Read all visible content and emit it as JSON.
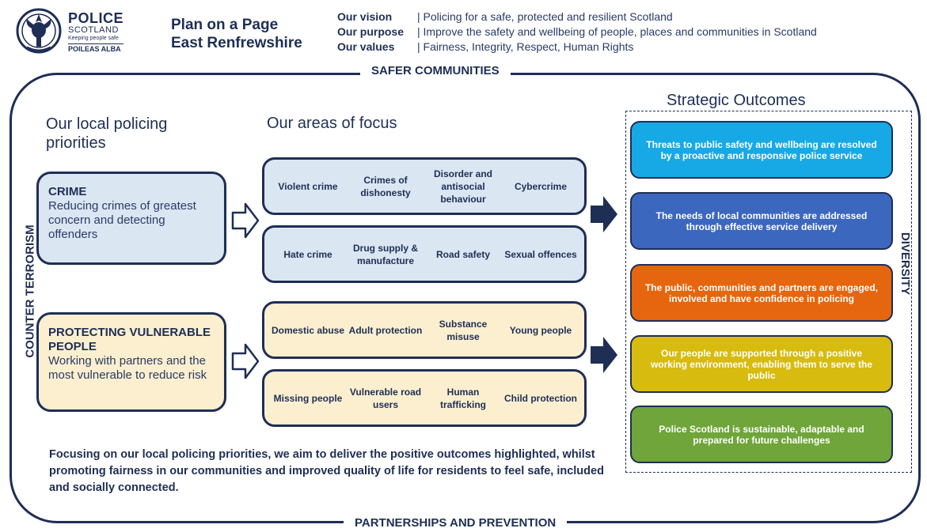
{
  "logo": {
    "name": "POLICE",
    "sub": "SCOTLAND",
    "tagline": "Keeping people safe",
    "gaelic": "POILEAS ALBA"
  },
  "header": {
    "title_line1": "Plan on a Page",
    "title_line2": "East Renfrewshire",
    "vision_label": "Our vision",
    "vision_text": "| Policing for a safe, protected and resilient Scotland",
    "purpose_label": "Our purpose",
    "purpose_text": "| Improve the safety and wellbeing of people, places and communities in Scotland",
    "values_label": "Our values",
    "values_text": "| Fairness, Integrity, Respect, Human Rights"
  },
  "frame": {
    "top": "SAFER COMMUNITIES",
    "bottom": "PARTNERSHIPS AND PREVENTION",
    "left": "COUNTER TERRORISM",
    "right": "DIVERSITY"
  },
  "headings": {
    "priorities_line1": "Our local policing",
    "priorities_line2": "priorities",
    "focus": "Our areas of focus",
    "outcomes": "Strategic Outcomes"
  },
  "priorities": [
    {
      "title": "CRIME",
      "desc": "Reducing crimes of greatest concern and detecting offenders"
    },
    {
      "title": "PROTECTING VULNERABLE PEOPLE",
      "desc": "Working with partners and the most vulnerable to reduce risk"
    }
  ],
  "focus": [
    [
      "Violent crime",
      "Crimes of dishonesty",
      "Disorder and antisocial behaviour",
      "Cybercrime"
    ],
    [
      "Hate crime",
      "Drug supply & manufacture",
      "Road safety",
      "Sexual offences"
    ],
    [
      "Domestic abuse",
      "Adult protection",
      "Substance misuse",
      "Young people"
    ],
    [
      "Missing people",
      "Vulnerable road users",
      "Human trafficking",
      "Child protection"
    ]
  ],
  "outcomes": [
    "Threats to public safety and wellbeing are resolved by a proactive and responsive police service",
    "The needs of local communities are addressed through effective service delivery",
    "The public, communities and partners are engaged, involved and have confidence in policing",
    "Our people are supported through a positive working environment, enabling them to serve the public",
    "Police Scotland is sustainable, adaptable and prepared for future challenges"
  ],
  "summary": "Focusing on our local policing priorities, we aim to deliver the positive outcomes highlighted, whilst promoting fairness in our communities and improved quality of life for residents to feel safe, included and socially connected.",
  "colors": {
    "navy": "#1e2e55",
    "crime_bg": "#dbe6f3",
    "vulnerable_bg": "#fcefcf",
    "outcome_1": "#17a9e6",
    "outcome_2": "#3c67bf",
    "outcome_3": "#e5660e",
    "outcome_4": "#d7bb0e",
    "outcome_5": "#6fa53a"
  }
}
